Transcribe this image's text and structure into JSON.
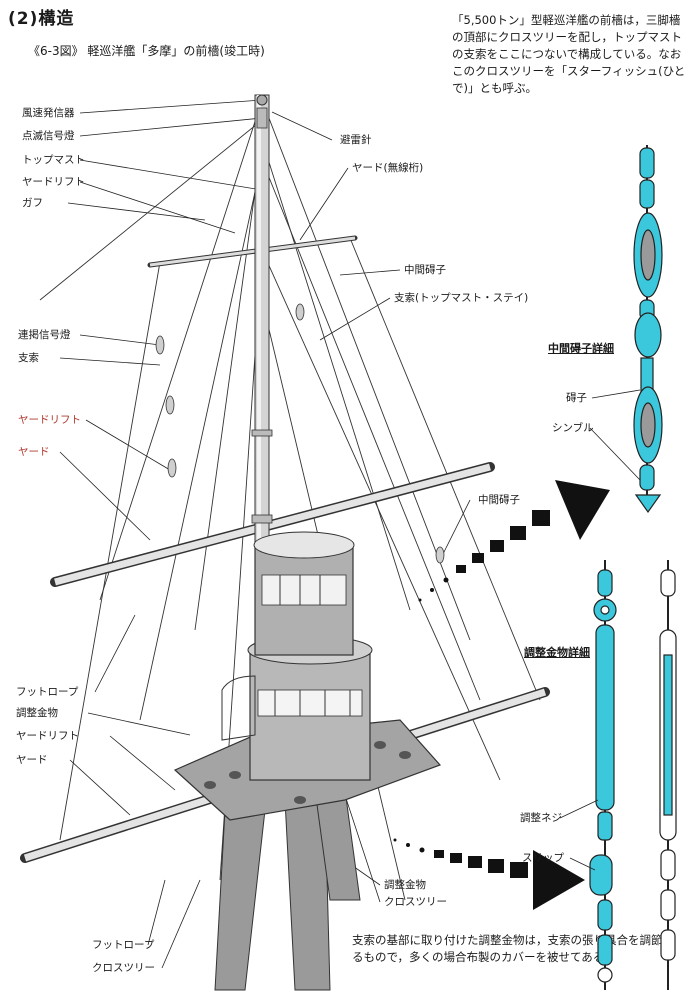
{
  "section_title": "(2)構造",
  "figure_caption": "《6-3図》 軽巡洋艦「多摩」の前檣(竣工時)",
  "intro_note": "「5,500トン」型軽巡洋艦の前檣は，三脚檣の頂部にクロスツリーを配し，トップマストの支索をここにつないで構成している。なおこのクロスツリーを「スターフィッシュ(ひとで)」とも呼ぶ。",
  "bottom_note": "支索の基部に取り付けた調整金物は，支索の張り具合を調節するもので，多くの場合布製のカバーを被せてある。",
  "left_labels": [
    "風速発信器",
    "点滅信号燈",
    "トップマスト",
    "ヤードリフト",
    "ガフ",
    "連掲信号燈",
    "支索",
    "ヤードリフト",
    "ヤード",
    "フットロープ",
    "調整金物",
    "ヤードリフト",
    "ヤード",
    "フットロープ",
    "クロスツリー"
  ],
  "right_labels": [
    "避雷針",
    "ヤード(無線桁)",
    "中間碍子",
    "支索(トップマスト・ステイ)",
    "中間碍子",
    "調整金物",
    "クロスツリー"
  ],
  "detail_insulator": {
    "title": "中間碍子詳細",
    "labels": [
      "碍子",
      "シンブル"
    ]
  },
  "detail_turnbuckle": {
    "title": "調整金物詳細",
    "labels": [
      "調整ネジ",
      "スリップ"
    ]
  },
  "colors": {
    "detail": "#3cc8dc",
    "mast": "#c8c8c8",
    "line": "#222222",
    "label_red": "#b03a2e"
  }
}
